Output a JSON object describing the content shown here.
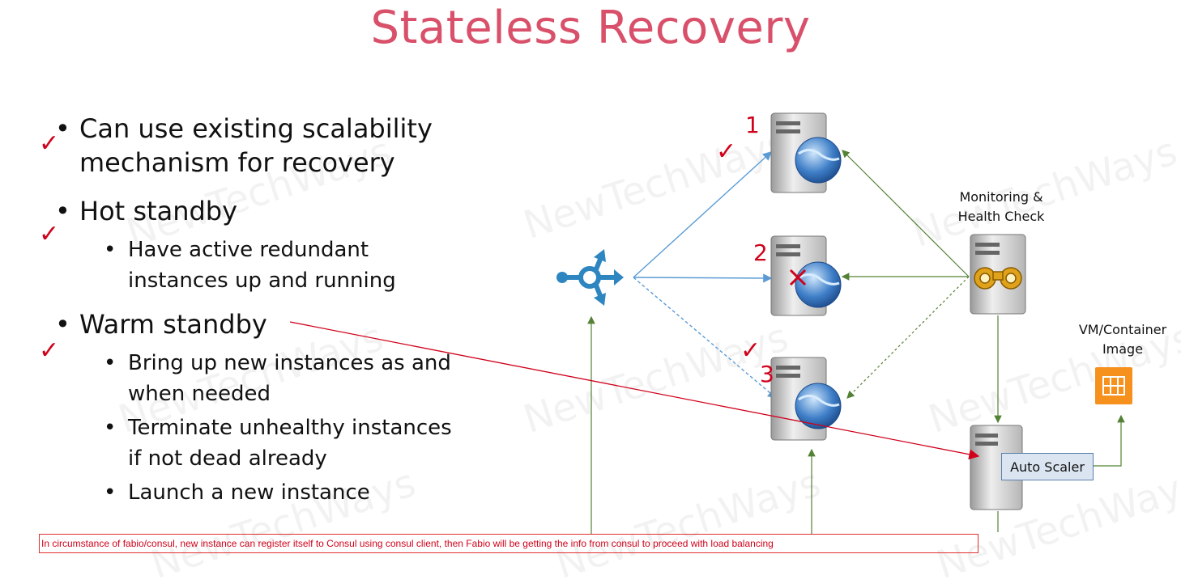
{
  "title": "Stateless Recovery",
  "bullets": [
    {
      "text": "Can use existing scalability",
      "cont": "mechanism for recovery"
    },
    {
      "text": "Hot standby"
    },
    {
      "text": "Warm standby"
    }
  ],
  "sub_bullets": {
    "hot": [
      {
        "line1": "Have active redundant",
        "line2": "instances up and running"
      }
    ],
    "warm": [
      {
        "line1": "Bring up new instances as and",
        "line2": "when needed"
      },
      {
        "line1": "Terminate unhealthy instances",
        "line2": "if not dead already"
      },
      {
        "line1": "Launch a new instance"
      }
    ]
  },
  "diagram": {
    "servers": [
      {
        "label": "1"
      },
      {
        "label": "2"
      },
      {
        "label": "3"
      }
    ],
    "monitoring": {
      "line1": "Monitoring &",
      "line2": "Health Check"
    },
    "vm_image": {
      "line1": "VM/Container",
      "line2": "Image"
    },
    "auto_scaler": "Auto Scaler",
    "watermark": "NewTechWays"
  },
  "caption": "In circumstance of fabio/consul, new instance can register itself to Consul using consul client, then Fabio will be getting the info from consul to proceed with load balancing",
  "colors": {
    "title": "#d9506a",
    "annotation": "#d0021b",
    "blue_arrow": "#5b9bd5",
    "green_arrow": "#548235",
    "image_orange": "#f6911e"
  }
}
